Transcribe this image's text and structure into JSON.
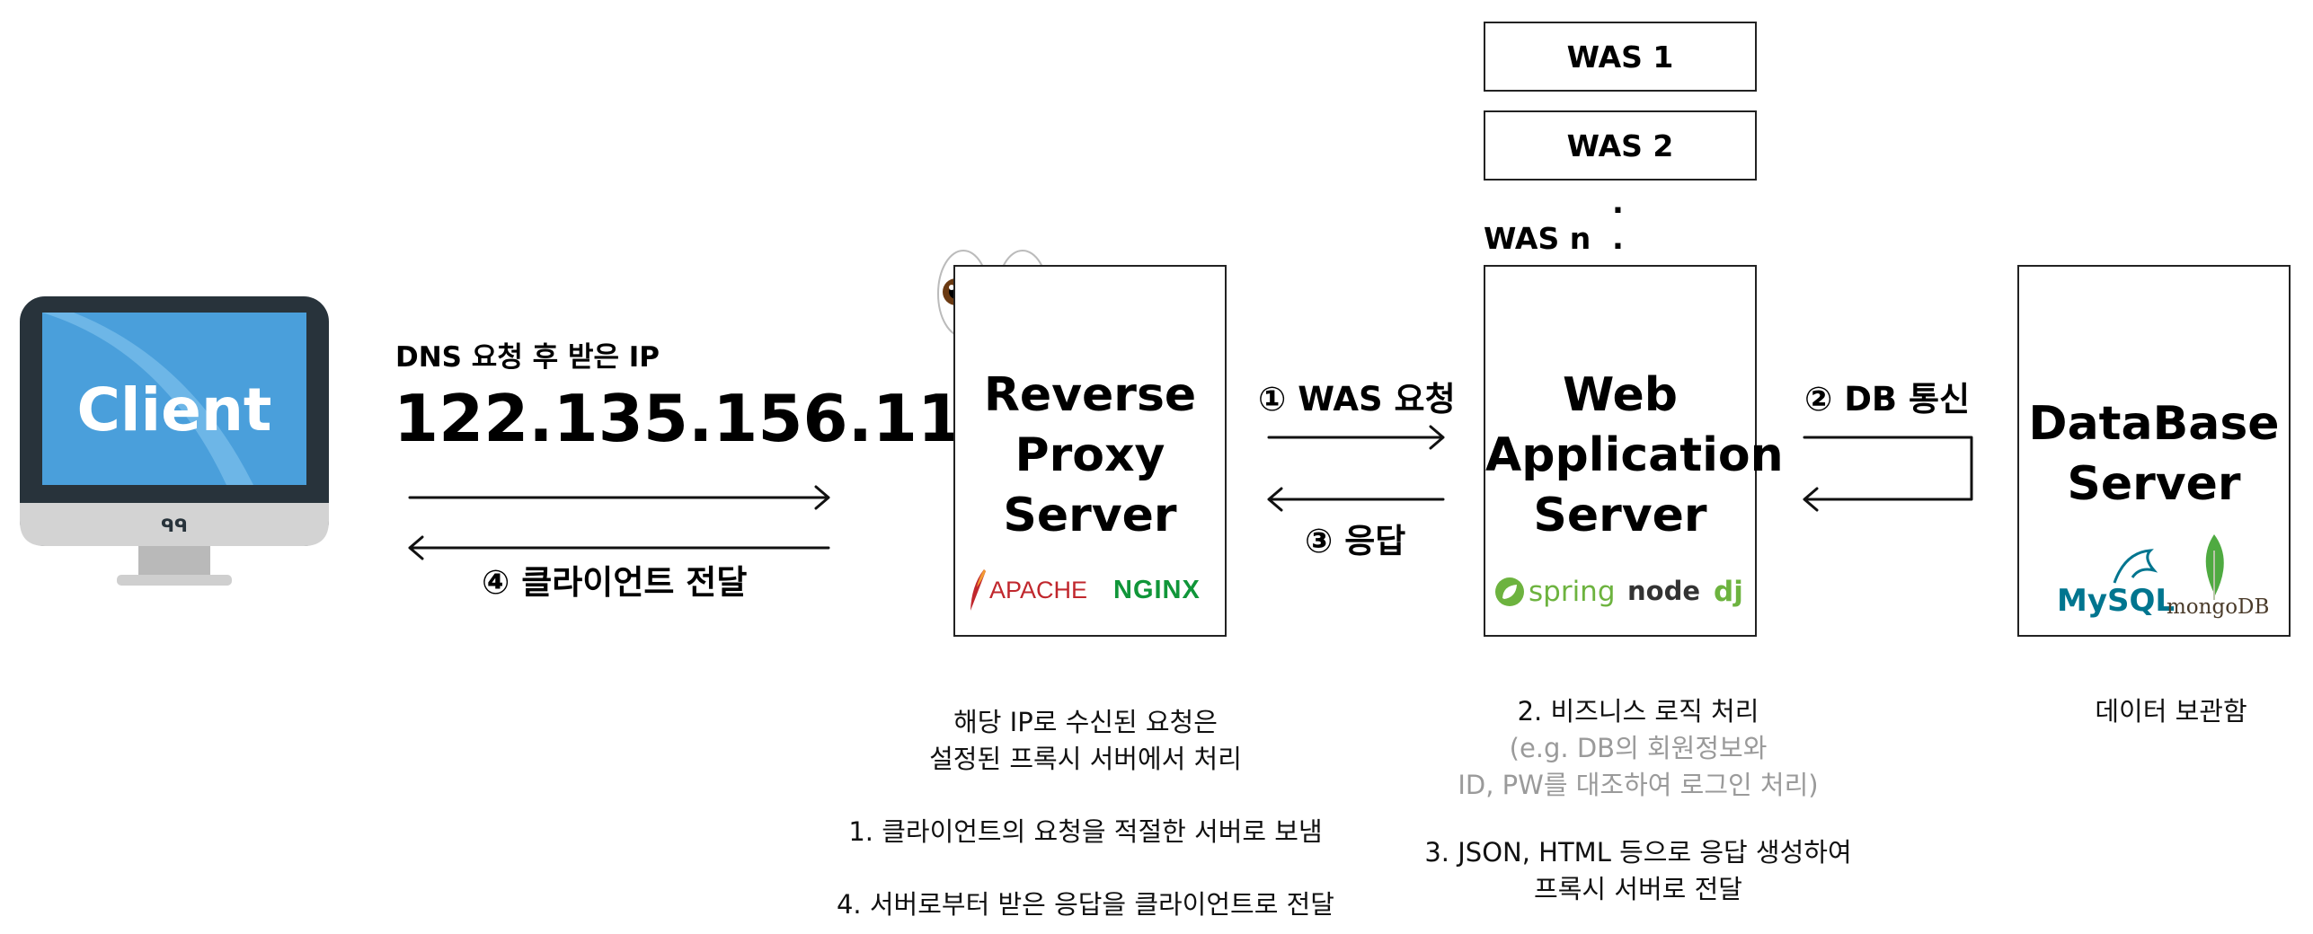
{
  "client": {
    "label": "Client"
  },
  "dns": {
    "caption": "DNS 요청 후 받은 IP",
    "ip": "122.135.156.11"
  },
  "arrows": {
    "deliver_to_client": "④ 클라이언트 전달",
    "was_request": "① WAS 요청",
    "response": "③ 응답",
    "db_comm": "② DB 통신"
  },
  "proxy": {
    "title_lines": [
      "Reverse",
      "Proxy",
      "Server"
    ],
    "logos": [
      "APACHE",
      "NGINX"
    ],
    "notes": {
      "intro_line1": "해당 IP로 수신된 요청은",
      "intro_line2": "설정된 프록시 서버에서 처리",
      "step1": "1. 클라이언트의 요청을 적절한 서버로 보냄",
      "step4": "4. 서버로부터 받은 응답을 클라이언트로 전달"
    }
  },
  "was": {
    "instances": [
      "WAS 1",
      "WAS 2"
    ],
    "instance_n": "WAS n",
    "ellipsis": [
      ".",
      "."
    ],
    "title_lines": [
      "Web",
      "Application",
      "Server"
    ],
    "logos": [
      "spring",
      "node",
      "dj"
    ],
    "notes": {
      "step2": "2. 비즈니스 로직 처리",
      "example_line1": "(e.g. DB의 회원정보와",
      "example_line2": "ID, PW를 대조하여 로그인 처리)",
      "step3_line1": "3. JSON, HTML 등으로 응답 생성하여",
      "step3_line2": "프록시 서버로 전달"
    }
  },
  "db": {
    "title_lines": [
      "DataBase",
      "Server"
    ],
    "logos": [
      "MySQL",
      "mongoDB"
    ],
    "note": "데이터 보관함"
  },
  "colors": {
    "monitor_frame": "#28333b",
    "screen_blue": "#4a9fdb",
    "monitor_base": "#d3d3d3",
    "spring_green": "#6db33f",
    "nginx_green": "#109639",
    "apache_red": "#c0272d",
    "mysql_blue": "#00758f",
    "mysql_orange": "#e48e00",
    "mongo_green": "#4faa41",
    "note_gray": "#9a9a9a"
  }
}
